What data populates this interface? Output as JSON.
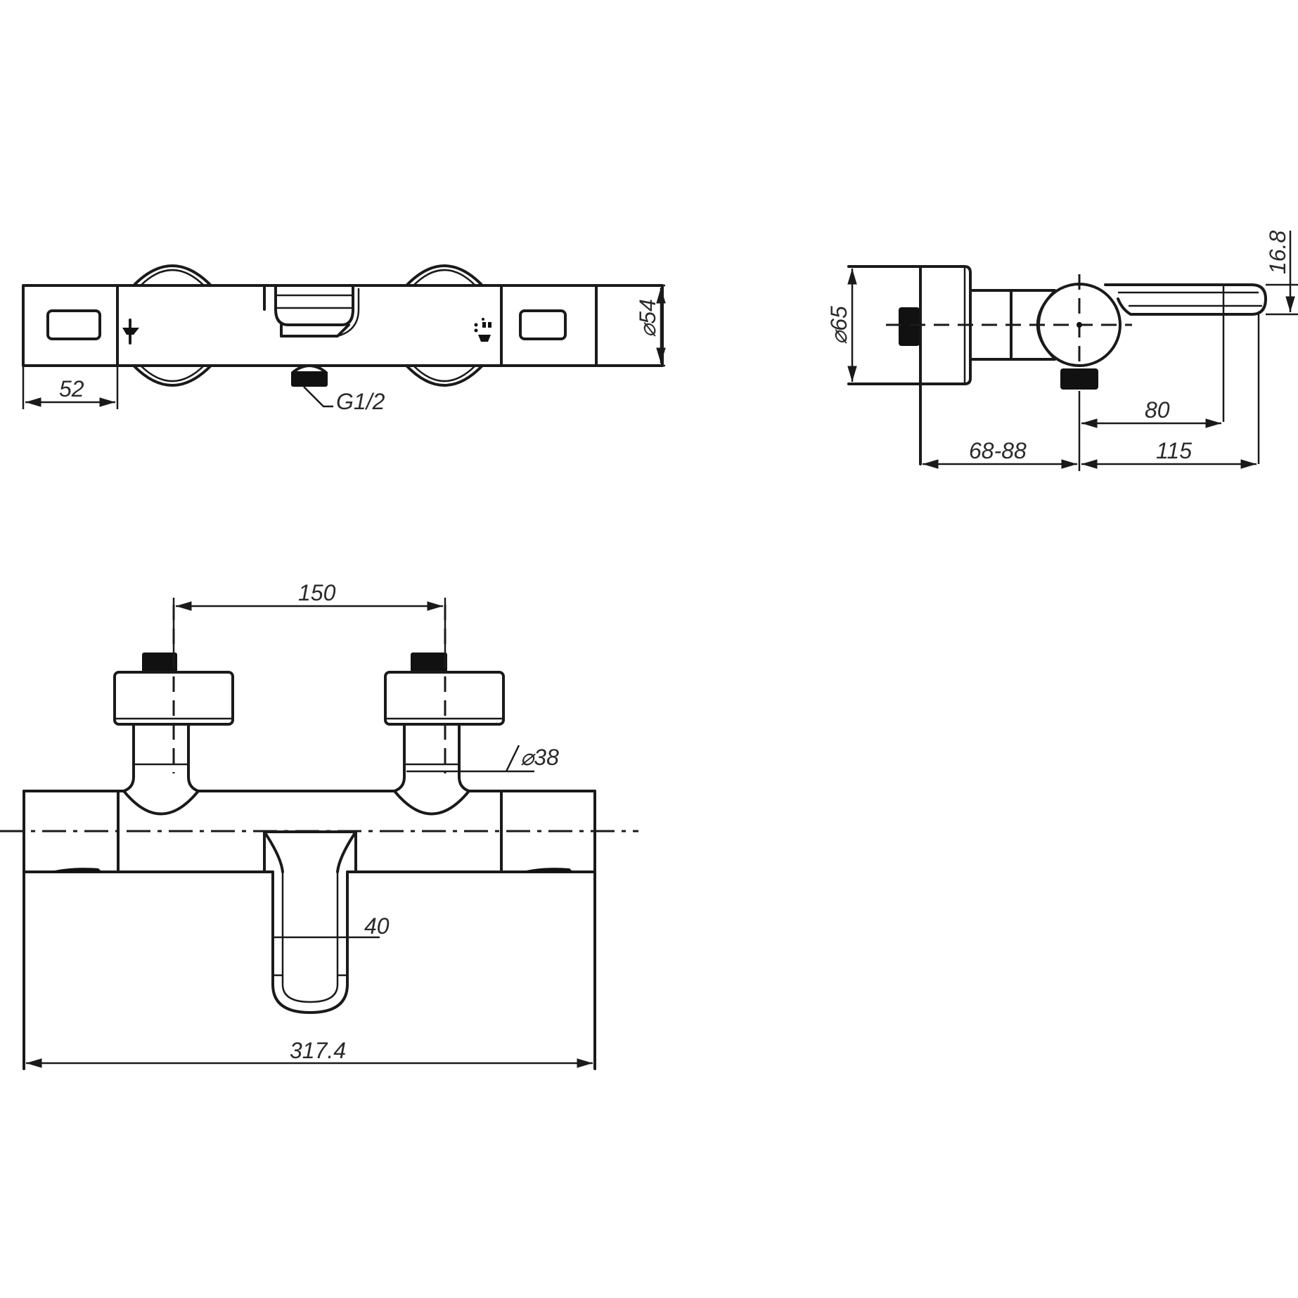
{
  "drawing": {
    "type": "technical drawing - thermostatic bath/shower mixer",
    "line_color": "#1a1a1a",
    "background": "#ffffff",
    "views": {
      "top_view": {
        "dimensions": {
          "end_cap_width": "52",
          "body_diameter": "⌀54",
          "outlet_thread": "G1/2"
        },
        "icons": [
          "bath-tap-icon",
          "shower-icon"
        ]
      },
      "side_view": {
        "dimensions": {
          "cap_diameter": "⌀65",
          "wall_distance": "68-88",
          "handle_to_center": "80",
          "projection": "115",
          "handle_thickness": "16.8"
        }
      },
      "front_view": {
        "dimensions": {
          "inlet_spacing": "150",
          "inlet_diameter": "⌀38",
          "spout_width": "40",
          "overall_length": "317.4"
        }
      }
    }
  }
}
